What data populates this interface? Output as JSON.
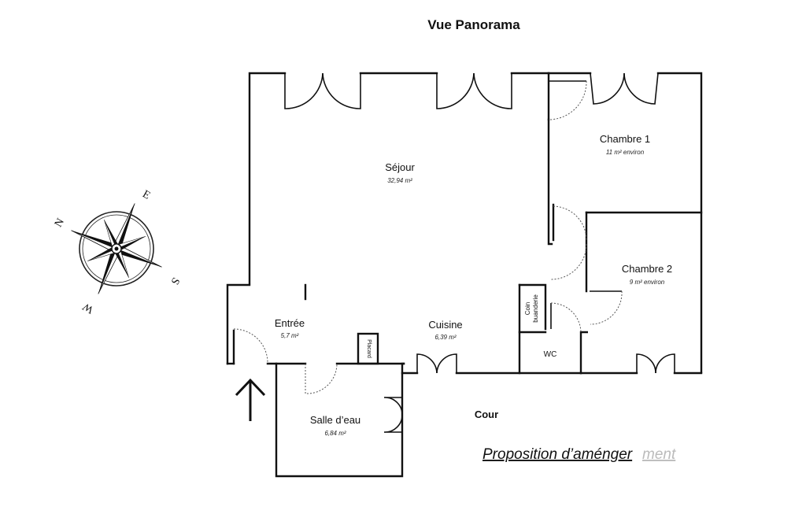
{
  "title": "Vue Panorama",
  "rooms": {
    "sejour": {
      "name": "Séjour",
      "area": "32,94 m²"
    },
    "chambre1": {
      "name": "Chambre 1",
      "area": "11 m² environ"
    },
    "chambre2": {
      "name": "Chambre 2",
      "area": "9 m² environ"
    },
    "entree": {
      "name": "Entrée",
      "area": "5,7 m²"
    },
    "cuisine": {
      "name": "Cuisine",
      "area": "6,39 m²"
    },
    "salle_deau": {
      "name": "Salle d’eau",
      "area": "6,84 m²"
    },
    "wc": {
      "name": "WC"
    },
    "placard": {
      "name": "Placard"
    },
    "buanderie": {
      "line1": "Coin",
      "line2": "buanderie"
    }
  },
  "outside": {
    "cour": "Cour"
  },
  "proposal": "Proposition d’aménger",
  "watermark": "ment",
  "compass": {
    "n": "N",
    "e": "E",
    "s": "S",
    "w": "W"
  }
}
